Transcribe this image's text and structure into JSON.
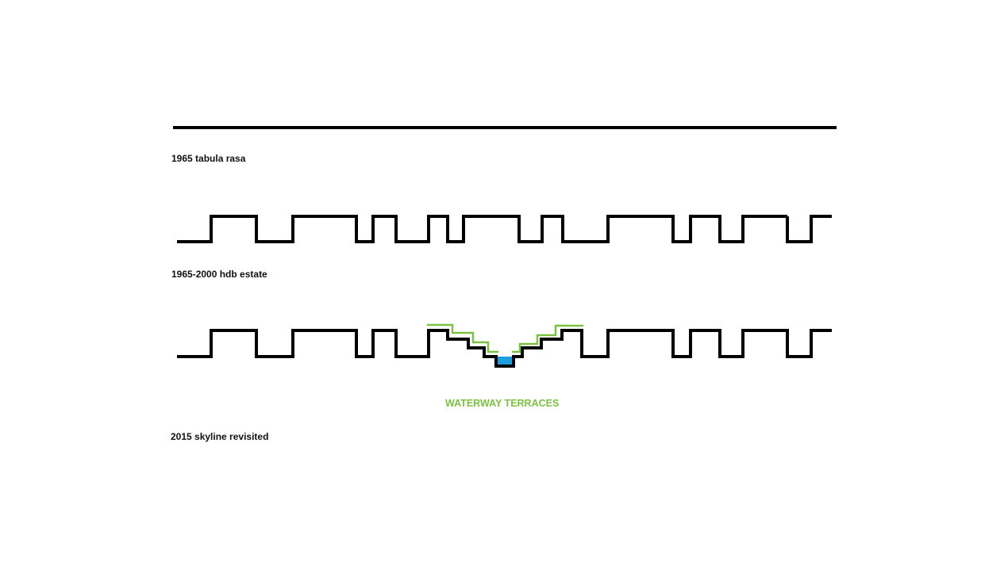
{
  "stages": [
    {
      "label": "1965 tabula rasa"
    },
    {
      "label": "1965-2000 hdb estate"
    },
    {
      "label": "2015 skyline revisited"
    }
  ],
  "annotation": "WATERWAY TERRACES",
  "colors": {
    "line": "#000000",
    "terrace": "#7cc242",
    "water": "#1aa0e0"
  }
}
